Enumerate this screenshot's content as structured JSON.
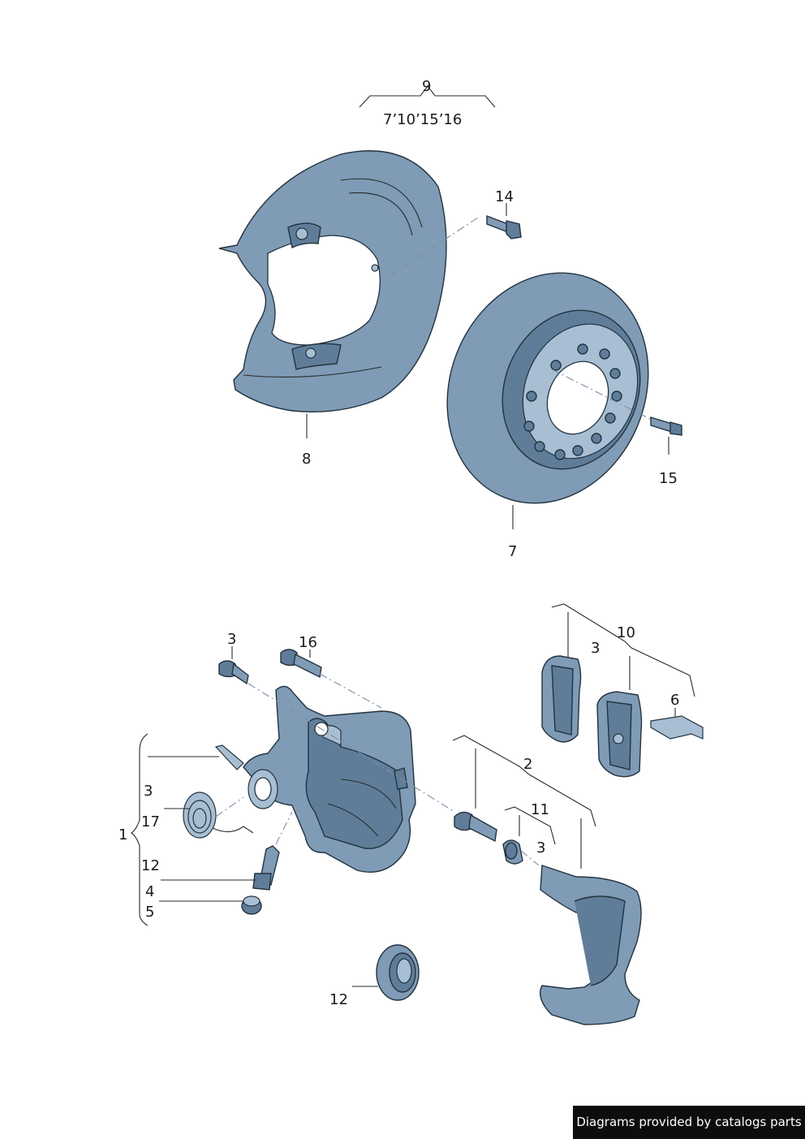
{
  "callouts": {
    "c9": "9",
    "c9_sub": "7’10’15’16",
    "c14": "14",
    "c8": "8",
    "c15": "15",
    "c7": "7",
    "c3_bolt": "3",
    "c16": "16",
    "c10": "10",
    "c3_pads": "3",
    "c6": "6",
    "c2": "2",
    "c11": "11",
    "c3_guide": "3",
    "c1": "1",
    "c3_caliper": "3",
    "c17": "17",
    "c12_bleeder": "12",
    "c4": "4",
    "c5": "5",
    "c12_seal": "12"
  },
  "footer": {
    "text": "Diagrams provided by catalogs parts"
  },
  "colors": {
    "part": "#7f9bb5",
    "part_dark": "#5f7d99",
    "outline": "#23323f"
  }
}
